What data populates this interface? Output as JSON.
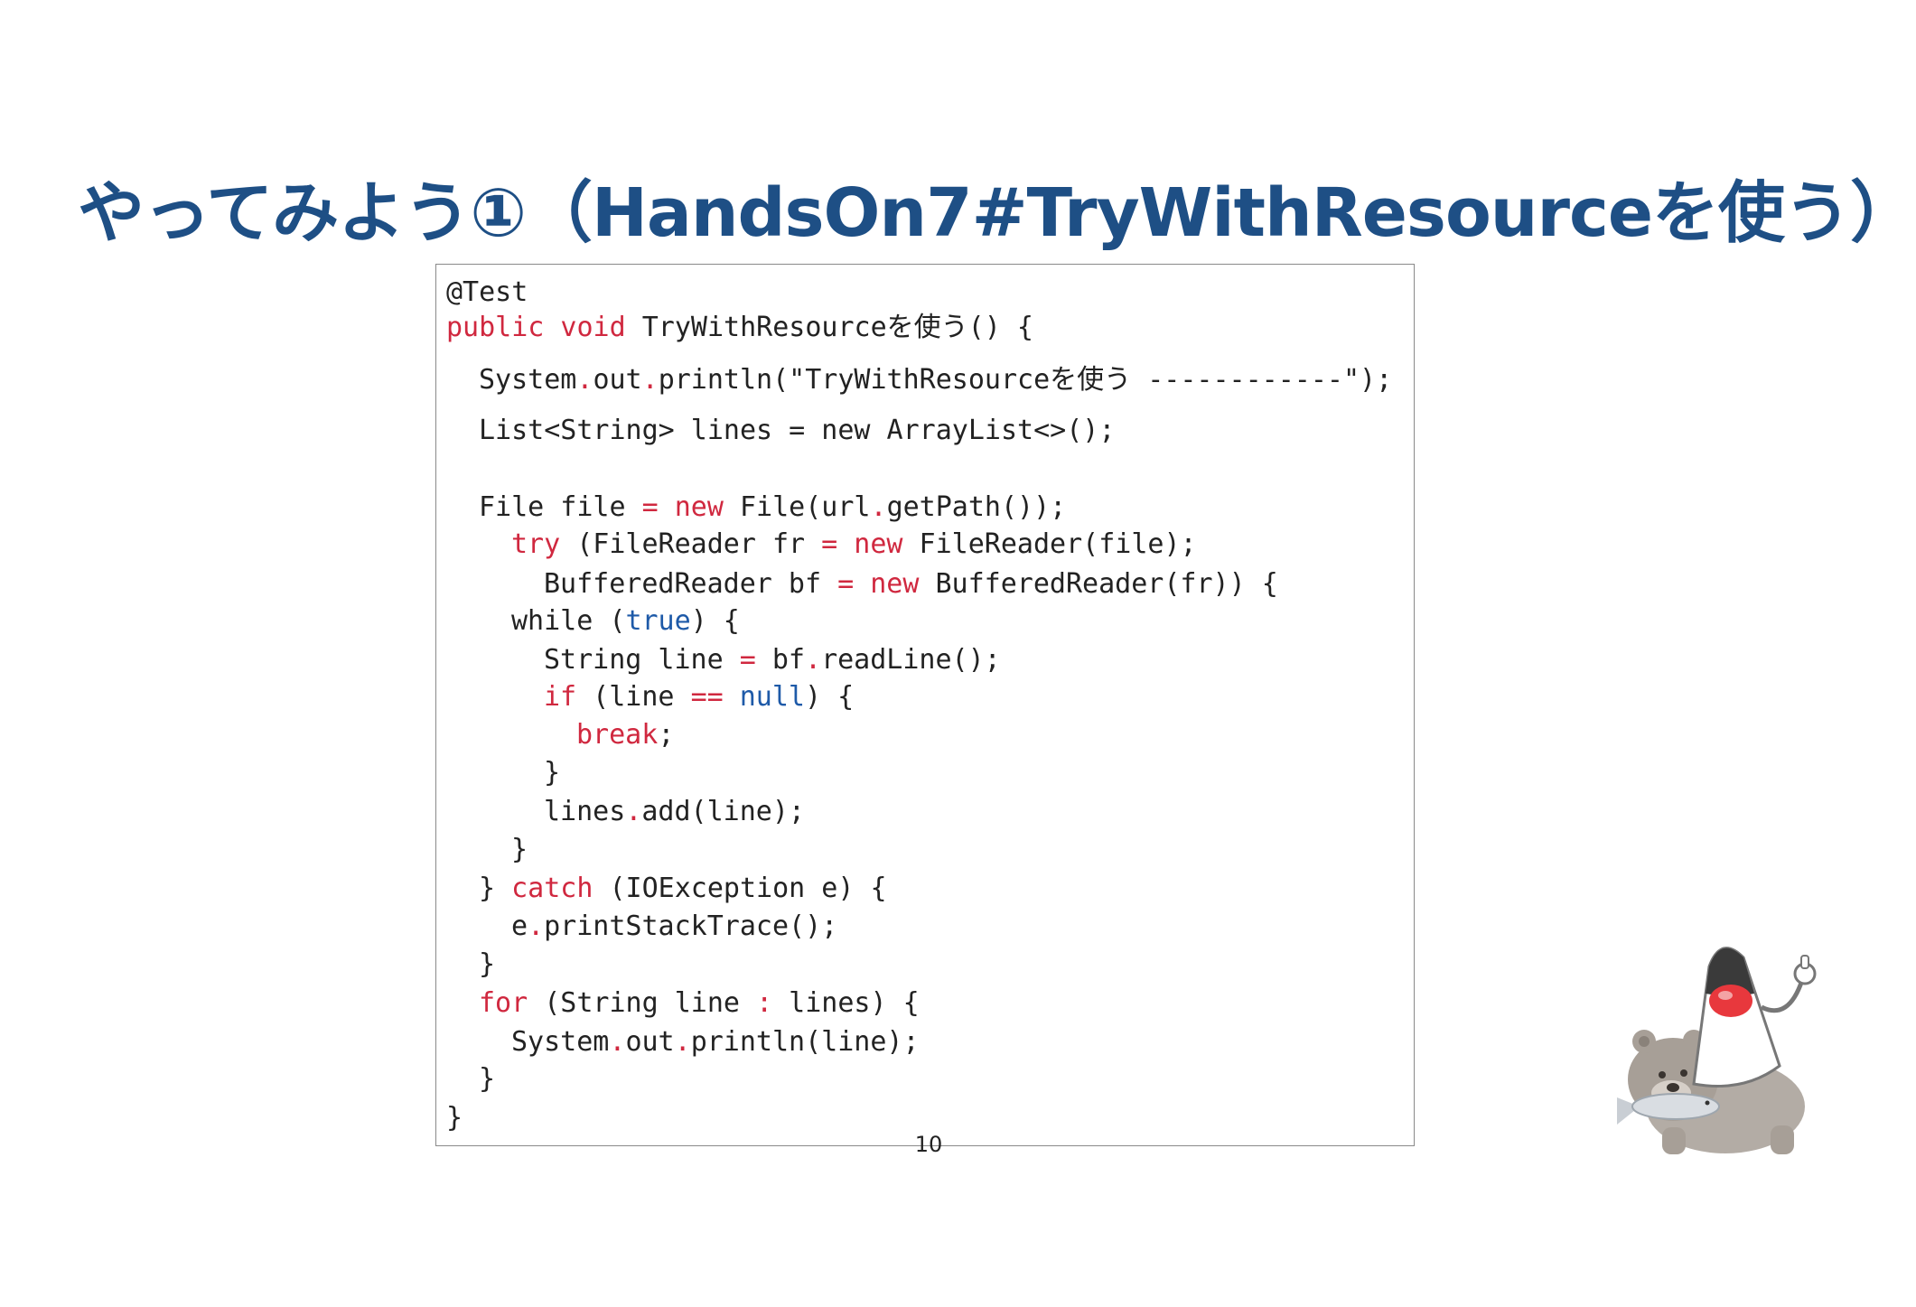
{
  "slide": {
    "title": "やってみよう①（HandsOn7#TryWithResourceを使う）",
    "page_number": "10"
  },
  "code": {
    "lines": [
      [
        {
          "t": "@Test",
          "c": ""
        }
      ],
      [
        {
          "t": "public void",
          "c": "kw"
        },
        {
          "t": " TryWithResourceを使う() {",
          "c": ""
        }
      ],
      [
        {
          "t": "System",
          "c": ""
        },
        {
          "t": ".",
          "c": "op"
        },
        {
          "t": "out",
          "c": ""
        },
        {
          "t": ".",
          "c": "op"
        },
        {
          "t": "println(\"TryWithResourceを使う ------------\");",
          "c": ""
        }
      ],
      [
        {
          "t": "List<String> lines = new ArrayList<>();",
          "c": ""
        }
      ],
      [
        {
          "t": "File file ",
          "c": ""
        },
        {
          "t": "=",
          "c": "op"
        },
        {
          "t": " ",
          "c": ""
        },
        {
          "t": "new",
          "c": "kw"
        },
        {
          "t": " File(url",
          "c": ""
        },
        {
          "t": ".",
          "c": "op"
        },
        {
          "t": "getPath());",
          "c": ""
        }
      ],
      [
        {
          "t": "try",
          "c": "kw"
        },
        {
          "t": " (FileReader fr ",
          "c": ""
        },
        {
          "t": "=",
          "c": "op"
        },
        {
          "t": " ",
          "c": ""
        },
        {
          "t": "new",
          "c": "kw"
        },
        {
          "t": " FileReader(file);",
          "c": ""
        }
      ],
      [
        {
          "t": "BufferedReader bf ",
          "c": ""
        },
        {
          "t": "=",
          "c": "op"
        },
        {
          "t": " ",
          "c": ""
        },
        {
          "t": "new",
          "c": "kw"
        },
        {
          "t": " BufferedReader(fr)) {",
          "c": ""
        }
      ],
      [
        {
          "t": "while (",
          "c": ""
        },
        {
          "t": "true",
          "c": "lit"
        },
        {
          "t": ") {",
          "c": ""
        }
      ],
      [
        {
          "t": "String line ",
          "c": ""
        },
        {
          "t": "=",
          "c": "op"
        },
        {
          "t": " bf",
          "c": ""
        },
        {
          "t": ".",
          "c": "op"
        },
        {
          "t": "readLine();",
          "c": ""
        }
      ],
      [
        {
          "t": "if",
          "c": "kw"
        },
        {
          "t": " (line ",
          "c": ""
        },
        {
          "t": "==",
          "c": "op"
        },
        {
          "t": " ",
          "c": ""
        },
        {
          "t": "null",
          "c": "lit"
        },
        {
          "t": ") {",
          "c": ""
        }
      ],
      [
        {
          "t": "break",
          "c": "kw"
        },
        {
          "t": ";",
          "c": ""
        }
      ],
      [
        {
          "t": "}",
          "c": ""
        }
      ],
      [
        {
          "t": "lines",
          "c": ""
        },
        {
          "t": ".",
          "c": "op"
        },
        {
          "t": "add(line);",
          "c": ""
        }
      ],
      [
        {
          "t": "}",
          "c": ""
        }
      ],
      [
        {
          "t": "} ",
          "c": ""
        },
        {
          "t": "catch",
          "c": "kw"
        },
        {
          "t": " (IOException e) {",
          "c": ""
        }
      ],
      [
        {
          "t": "e",
          "c": ""
        },
        {
          "t": ".",
          "c": "op"
        },
        {
          "t": "printStackTrace();",
          "c": ""
        }
      ],
      [
        {
          "t": "}",
          "c": ""
        }
      ],
      [
        {
          "t": "for",
          "c": "kw"
        },
        {
          "t": " (String line ",
          "c": ""
        },
        {
          "t": ":",
          "c": "op"
        },
        {
          "t": " lines) {",
          "c": ""
        }
      ],
      [
        {
          "t": "System",
          "c": ""
        },
        {
          "t": ".",
          "c": "op"
        },
        {
          "t": "out",
          "c": ""
        },
        {
          "t": ".",
          "c": "op"
        },
        {
          "t": "println(line);",
          "c": ""
        }
      ],
      [
        {
          "t": "}",
          "c": ""
        }
      ],
      [
        {
          "t": "}",
          "c": ""
        }
      ]
    ]
  },
  "colors": {
    "title": "#1e4f85",
    "keyword": "#d0283f",
    "literal": "#1e5aa8",
    "text": "#222222"
  },
  "icons": {
    "mascot": "duke-riding-bear-with-fish-illustration"
  }
}
